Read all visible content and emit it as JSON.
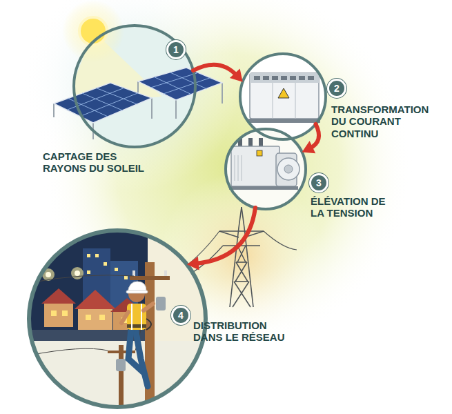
{
  "diagram": {
    "nodes": [
      {
        "text": [
          "1",
          "CAPTAGE DES RAYONS DU SOLEIL"
        ]
      },
      {
        "text": [
          "2",
          "TRANSFORMATION DU COURANT CONTINU"
        ]
      },
      {
        "text": [
          "3",
          "ÉLÉVATION DE LA TENSION"
        ]
      },
      {
        "text": [
          "4",
          "DISTRIBUTION DANS LE RÉSEAU"
        ]
      }
    ],
    "edges": [
      {
        "from": 0,
        "to": 1,
        "arrow": "to"
      },
      {
        "from": 1,
        "to": 2,
        "arrow": "to"
      },
      {
        "from": 2,
        "to": 3,
        "arrow": "to"
      }
    ]
  }
}
